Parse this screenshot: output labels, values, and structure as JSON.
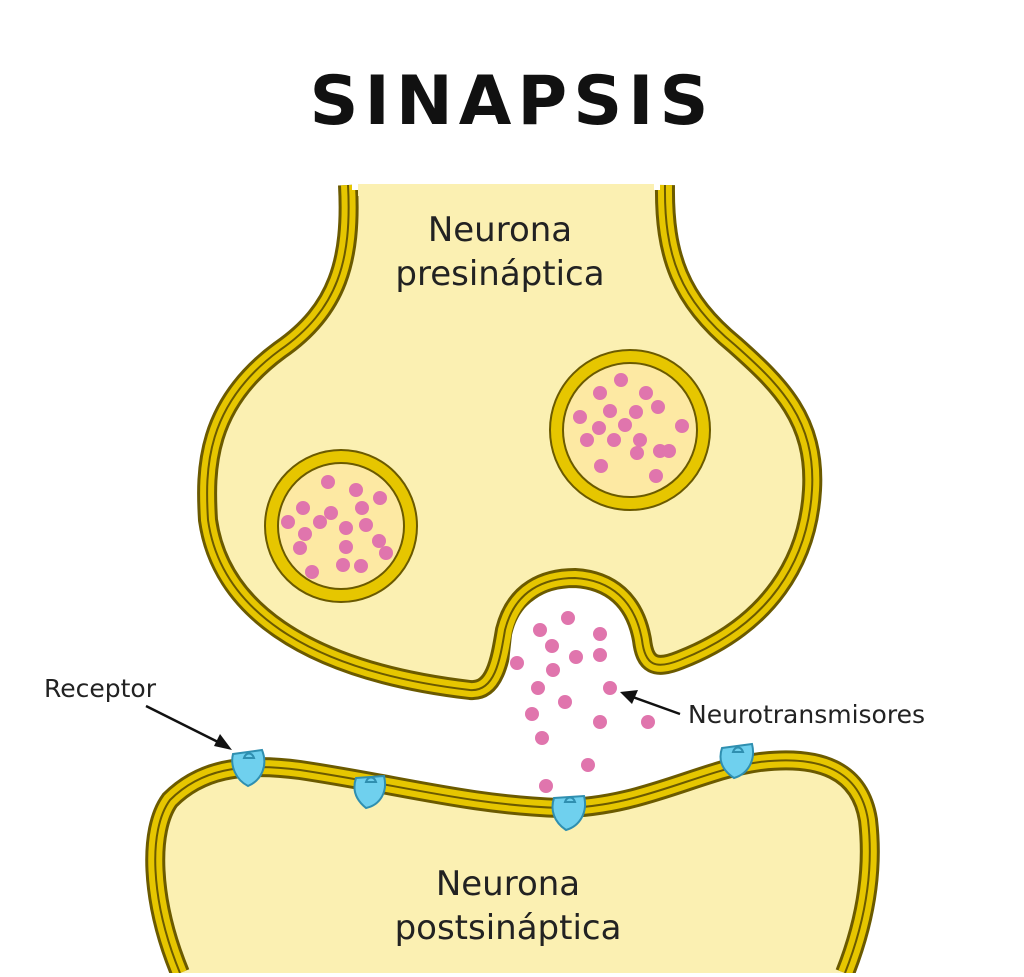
{
  "title": "SINAPSIS",
  "labels": {
    "presynaptic_line1": "Neurona",
    "presynaptic_line2": "presináptica",
    "postsynaptic_line1": "Neurona",
    "postsynaptic_line2": "postsináptica",
    "receptor": "Receptor",
    "neurotransmitters": "Neurotransmisores"
  },
  "colors": {
    "membrane": "#e6c600",
    "membrane_outline": "#6b5a00",
    "cytoplasm": "#fbf0b2",
    "vesicle_inner": "#fde9a3",
    "neurotransmitter": "#e075ad",
    "receptor": "#6fd0ee",
    "receptor_outline": "#2f8fb0"
  },
  "icons": {
    "receptor": "receptor-icon",
    "neurotransmitter": "neurotransmitter-dot"
  }
}
